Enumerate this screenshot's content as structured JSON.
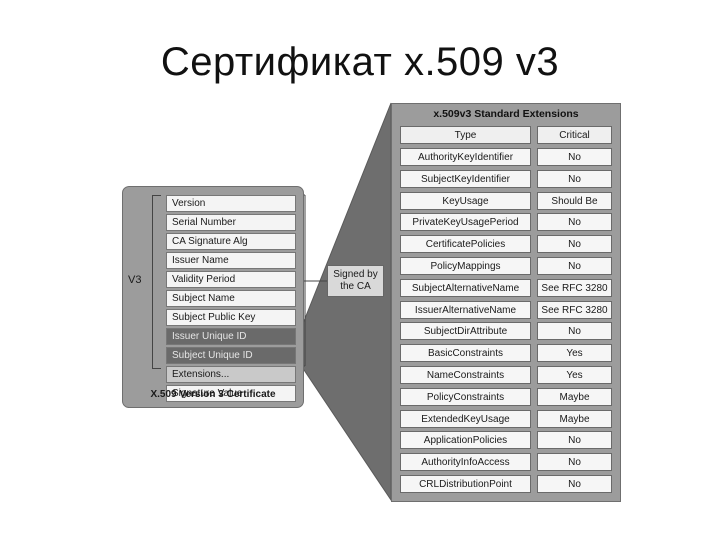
{
  "slide": {
    "title": "Сертификат x.509 v3"
  },
  "certificate": {
    "version_label": "V3",
    "fields": [
      "Version",
      "Serial Number",
      "CA Signature Alg",
      "Issuer Name",
      "Validity Period",
      "Subject Name",
      "Subject Public Key",
      "Issuer Unique ID",
      "Subject Unique ID",
      "Extensions...",
      "Signature Value"
    ],
    "caption": "X.509 Version 3 Certificate"
  },
  "signed_by": "Signed by the CA",
  "extensions": {
    "title": "x.509v3 Standard Extensions",
    "headers": {
      "type": "Type",
      "critical": "Critical"
    },
    "rows": [
      {
        "type": "AuthorityKeyIdentifier",
        "critical": "No"
      },
      {
        "type": "SubjectKeyIdentifier",
        "critical": "No"
      },
      {
        "type": "KeyUsage",
        "critical": "Should Be"
      },
      {
        "type": "PrivateKeyUsagePeriod",
        "critical": "No"
      },
      {
        "type": "CertificatePolicies",
        "critical": "No"
      },
      {
        "type": "PolicyMappings",
        "critical": "No"
      },
      {
        "type": "SubjectAlternativeName",
        "critical": "See RFC 3280"
      },
      {
        "type": "IssuerAlternativeName",
        "critical": "See RFC 3280"
      },
      {
        "type": "SubjectDirAttribute",
        "critical": "No"
      },
      {
        "type": "BasicConstraints",
        "critical": "Yes"
      },
      {
        "type": "NameConstraints",
        "critical": "Yes"
      },
      {
        "type": "PolicyConstraints",
        "critical": "Maybe"
      },
      {
        "type": "ExtendedKeyUsage",
        "critical": "Maybe"
      },
      {
        "type": "ApplicationPolicies",
        "critical": "No"
      },
      {
        "type": "AuthorityInfoAccess",
        "critical": "No"
      },
      {
        "type": "CRLDistributionPoint",
        "critical": "No"
      }
    ]
  }
}
